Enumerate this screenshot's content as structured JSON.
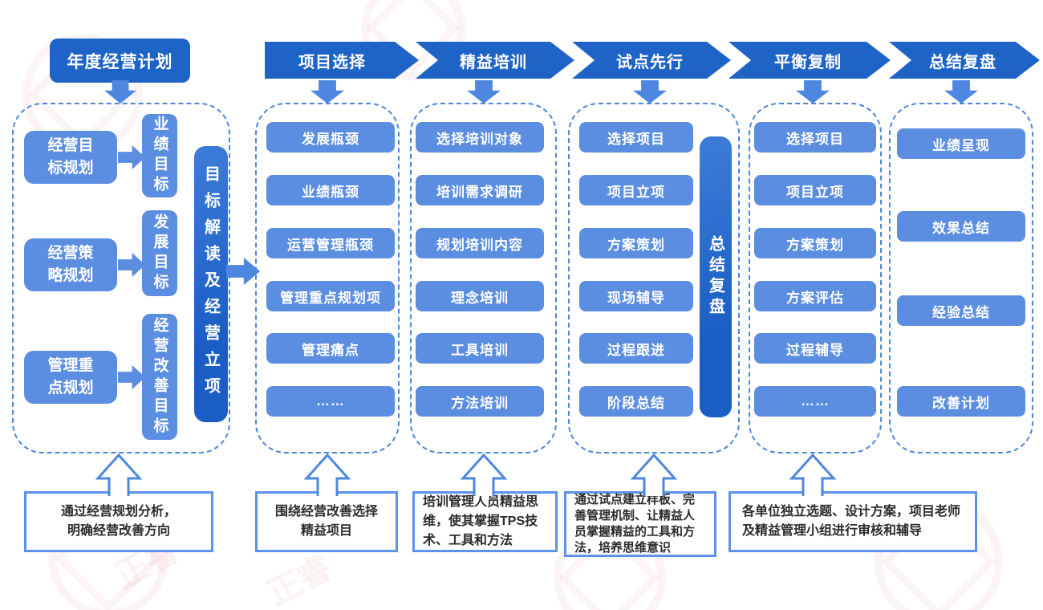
{
  "title": "年度经营计划",
  "stages": [
    "项目选择",
    "精益培训",
    "试点先行",
    "平衡复制",
    "总结复盘"
  ],
  "planning": {
    "rows": [
      {
        "source": "经营目\n标规划",
        "target": "业绩目标"
      },
      {
        "source": "经营策\n略规划",
        "target": "发展目标"
      },
      {
        "source": "管理重\n点规划",
        "target": "经营改善目标"
      }
    ],
    "bar": "目标解读及经营立项"
  },
  "columns": [
    {
      "items": [
        "发展瓶颈",
        "业绩瓶颈",
        "运营管理瓶颈",
        "管理重点规划项",
        "管理痛点",
        "……"
      ]
    },
    {
      "items": [
        "选择培训对象",
        "培训需求调研",
        "规划培训内容",
        "理念培训",
        "工具培训",
        "方法培训"
      ]
    },
    {
      "items": [
        "选择项目",
        "项目立项",
        "方案策划",
        "现场辅导",
        "过程跟进",
        "阶段总结"
      ],
      "bar": "总结复盘"
    },
    {
      "items": [
        "选择项目",
        "项目立项",
        "方案策划",
        "方案评估",
        "过程辅导",
        "……"
      ]
    },
    {
      "items": [
        "业绩呈现",
        "效果总结",
        "经验总结",
        "改善计划"
      ]
    }
  ],
  "notes": [
    "通过经营规划分析，\n明确经营改善方向",
    "围绕经营改善选择\n精益项目",
    "培训管理人员精益思维，使其掌握TPS技术、工具和方法",
    "通过试点建立样板、完善管理机制、让精益人员掌握精益的工具和方法，培养思维意识",
    "各单位独立选题、设计方案，项目老师及精益管理小组进行审核和辅导"
  ],
  "watermark": {
    "label": "正睿"
  },
  "colors": {
    "primary": "#1e63c6",
    "secondary": "#5b8ee0",
    "arrow": "#4e87df",
    "dashed_border": "#4c86db",
    "note_border": "#5b93ea",
    "note_text": "#2b2b2b"
  }
}
